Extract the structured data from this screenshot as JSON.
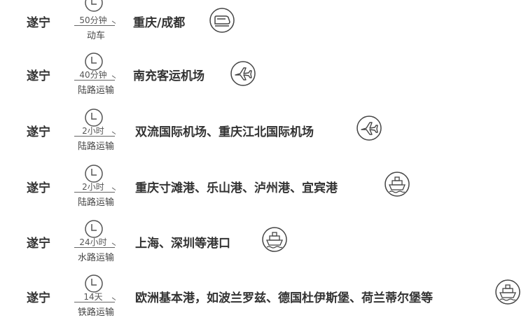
{
  "routes": [
    {
      "origin": "遂宁",
      "duration": "50分钟",
      "mode": "动车",
      "destination": "重庆/成都",
      "icon": "train-icon"
    },
    {
      "origin": "遂宁",
      "duration": "40分钟",
      "mode": "陆路运输",
      "destination": "南充客运机场",
      "icon": "plane-icon"
    },
    {
      "origin": "遂宁",
      "duration": "2小时",
      "mode": "陆路运输",
      "destination": "双流国际机场、重庆江北国际机场",
      "icon": "plane-icon"
    },
    {
      "origin": "遂宁",
      "duration": "2小时",
      "mode": "陆路运输",
      "destination": "重庆寸滩港、乐山港、泸州港、宜宾港",
      "icon": "ship-icon"
    },
    {
      "origin": "遂宁",
      "duration": "24小时",
      "mode": "水路运输",
      "destination": "上海、深圳等港口",
      "icon": "ship-icon"
    },
    {
      "origin": "遂宁",
      "duration": "14天",
      "mode": "铁路运输",
      "destination": "欧洲基本港，如波兰罗兹、德国杜伊斯堡、荷兰蒂尔堡等",
      "icon": "ship-icon"
    }
  ],
  "colors": {
    "text": "#333333",
    "icon_stroke": "#444444"
  }
}
